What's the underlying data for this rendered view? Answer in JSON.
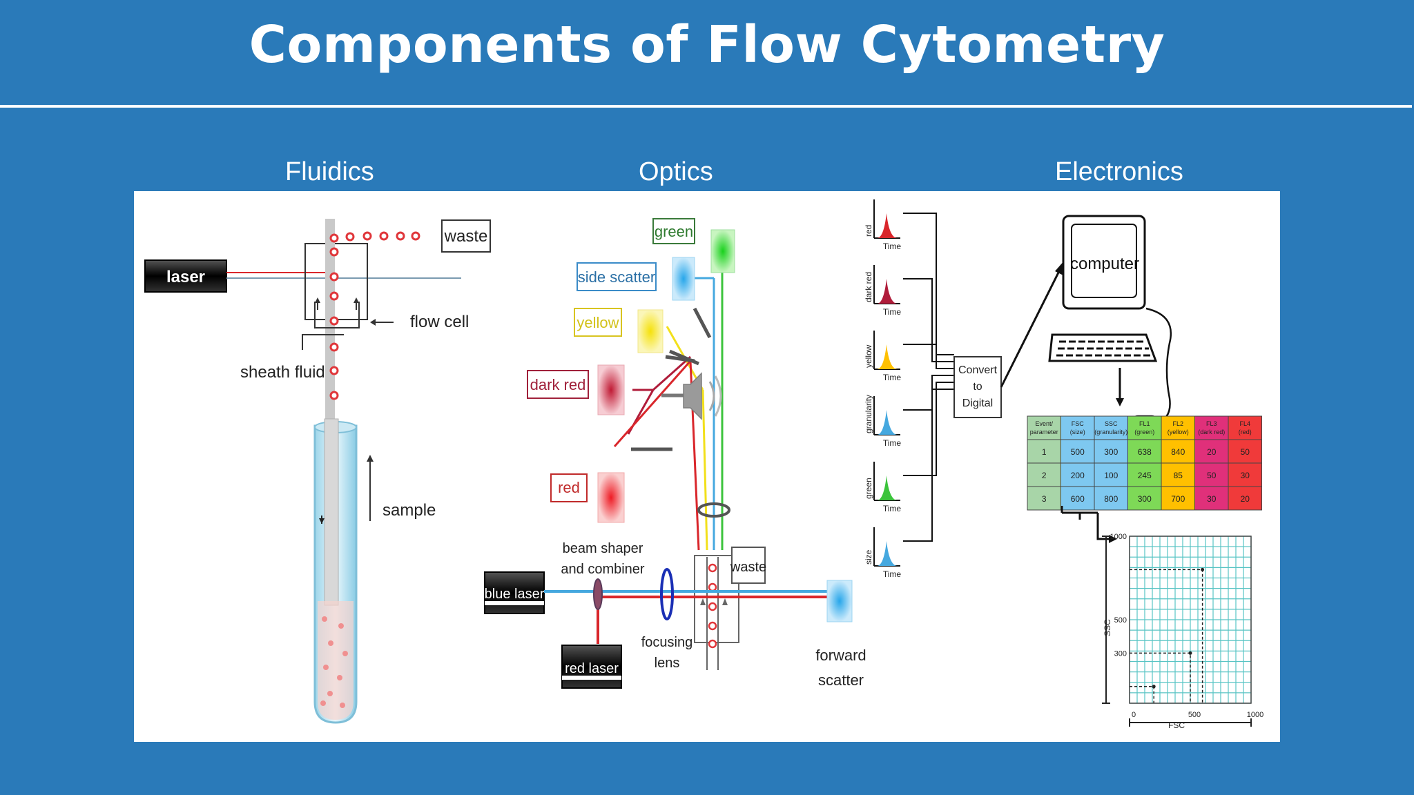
{
  "slide": {
    "title": "Components of Flow Cytometry",
    "sections": [
      "Fluidics",
      "Optics",
      "Electronics"
    ]
  },
  "fluidics": {
    "laser": "laser",
    "waste": "waste",
    "flow_cell": "flow cell",
    "sheath_fluid": "sheath fluid",
    "sample": "sample"
  },
  "optics": {
    "green": "green",
    "side_scatter": "side scatter",
    "yellow": "yellow",
    "dark_red": "dark red",
    "red": "red",
    "beam_shaper_line1": "beam shaper",
    "beam_shaper_line2": "and combiner",
    "waste": "waste",
    "blue_laser": "blue laser",
    "red_laser": "red laser",
    "focusing_lens_line1": "focusing",
    "focusing_lens_line2": "lens",
    "forward_scatter_line1": "forward",
    "forward_scatter_line2": "scatter"
  },
  "electronics": {
    "pulse_labels": [
      "red",
      "dark red",
      "yellow",
      "granularity",
      "green",
      "size"
    ],
    "time_label": "Time",
    "convert_line1": "Convert",
    "convert_line2": "to",
    "convert_line3": "Digital",
    "computer": "computer",
    "table": {
      "headers": [
        [
          "Event/",
          "parameter"
        ],
        [
          "FSC",
          "(size)"
        ],
        [
          "SSC",
          "(granularity)"
        ],
        [
          "FL1",
          "(green)"
        ],
        [
          "FL2",
          "(yellow)"
        ],
        [
          "FL3",
          "(dark red)"
        ],
        [
          "FL4",
          "(red)"
        ]
      ],
      "rows": [
        [
          "1",
          "500",
          "300",
          "638",
          "840",
          "20",
          "50"
        ],
        [
          "2",
          "200",
          "100",
          "245",
          "85",
          "50",
          "30"
        ],
        [
          "3",
          "600",
          "800",
          "300",
          "700",
          "30",
          "20"
        ]
      ]
    },
    "plot": {
      "y_label": "SSC",
      "x_label": "FSC",
      "y_ticks": [
        "1000",
        "500",
        "300"
      ],
      "x_ticks": [
        "0",
        "500",
        "1000"
      ]
    }
  },
  "colors": {
    "background": "#2A7AB9",
    "panel": "#FFFFFF",
    "laser_red": "#D9262B",
    "laser_blue": "#45A8DF",
    "green": "#3CC43C",
    "yellow": "#F2E01B",
    "dark_red": "#B01C3A",
    "table_blue": "#7EC8F0",
    "table_green": "#7ED957",
    "table_yellow": "#FFC000",
    "table_magenta": "#E0307A",
    "table_red": "#F03A3A",
    "table_gray": "#A8D5A8",
    "grid": "#58C4C4"
  },
  "icons": [
    "speaker-icon",
    "computer-icon",
    "test-tube-icon"
  ]
}
